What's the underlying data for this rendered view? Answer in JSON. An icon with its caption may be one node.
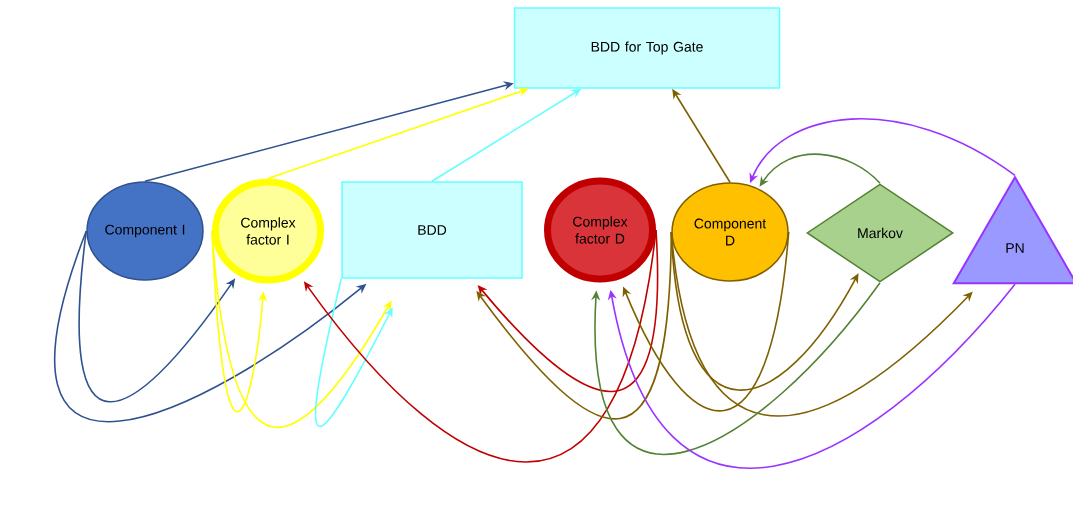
{
  "diagram": {
    "nodes": [
      {
        "text": [
          "BDD for Top Gate"
        ]
      },
      {
        "text": [
          "Component I"
        ]
      },
      {
        "text": [
          "Complex factor I"
        ]
      },
      {
        "text": [
          "BDD"
        ]
      },
      {
        "text": [
          "Complex factor D"
        ]
      },
      {
        "text": [
          "Component D"
        ]
      },
      {
        "text": [
          "Markov"
        ]
      },
      {
        "text": [
          "PN"
        ]
      }
    ],
    "edges": [
      {
        "from": 1,
        "to": 0,
        "arrow": "to",
        "color": "#2f528f"
      },
      {
        "from": 2,
        "to": 0,
        "arrow": "to",
        "color": "#ffff00"
      },
      {
        "from": 3,
        "to": 0,
        "arrow": "to",
        "color": "#66ffff"
      },
      {
        "from": 5,
        "to": 0,
        "arrow": "to",
        "color": "#7f6000"
      },
      {
        "from": 6,
        "to": 5,
        "arrow": "to",
        "color": "#548235"
      },
      {
        "from": 7,
        "to": 5,
        "arrow": "to",
        "color": "#9933ff"
      },
      {
        "from": 1,
        "to": 2,
        "arrow": "to",
        "color": "#2f528f"
      },
      {
        "from": 1,
        "to": 3,
        "arrow": "to",
        "color": "#2f528f"
      },
      {
        "from": 2,
        "to": 2,
        "arrow": "to",
        "color": "#ffff00"
      },
      {
        "from": 2,
        "to": 3,
        "arrow": "to",
        "color": "#ffff00"
      },
      {
        "from": 3,
        "to": 3,
        "arrow": "to",
        "color": "#66ffff"
      },
      {
        "from": 4,
        "to": 2,
        "arrow": "to",
        "color": "#c00000"
      },
      {
        "from": 4,
        "to": 3,
        "arrow": "to",
        "color": "#c00000"
      },
      {
        "from": 5,
        "to": 3,
        "arrow": "to",
        "color": "#7f6000"
      },
      {
        "from": 5,
        "to": 4,
        "arrow": "to",
        "color": "#7f6000"
      },
      {
        "from": 5,
        "to": 6,
        "arrow": "to",
        "color": "#7f6000"
      },
      {
        "from": 5,
        "to": 7,
        "arrow": "to",
        "color": "#7f6000"
      },
      {
        "from": 6,
        "to": 4,
        "arrow": "to",
        "color": "#548235"
      },
      {
        "from": 7,
        "to": 4,
        "arrow": "to",
        "color": "#9933ff"
      }
    ]
  }
}
